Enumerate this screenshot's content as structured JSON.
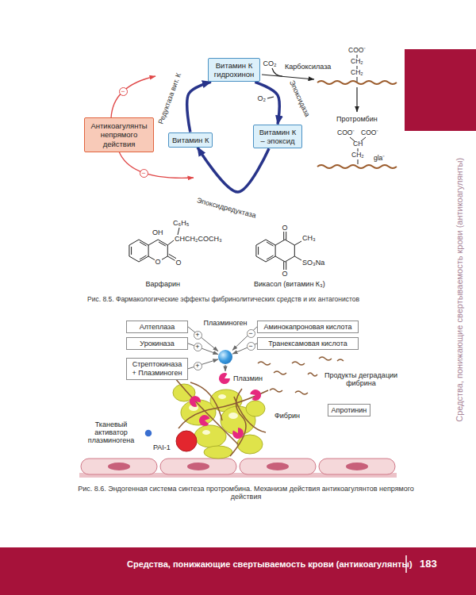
{
  "diagram": {
    "caption": "Рис. 8.5. Фармакологические эффекты фибринолитических средств и их антагонистов",
    "nodes": [
      {
        "text": [
          "Антикоагулянты непрямого действия"
        ]
      },
      {
        "text": [
          "Витамин К гидрохинон"
        ]
      },
      {
        "text": [
          "Витамин К – эпоксид"
        ]
      },
      {
        "text": [
          "Витамин К"
        ]
      },
      {
        "text": [
          "Алтеплаза"
        ]
      },
      {
        "text": [
          "Урокиназа"
        ]
      },
      {
        "text": [
          "Стрептокиназа + Плазминоген"
        ]
      },
      {
        "text": [
          "Плазминоген"
        ]
      },
      {
        "text": [
          "Аминокапроновая кислота"
        ]
      },
      {
        "text": [
          "Транексамовая кислота"
        ]
      },
      {
        "text": [
          "Апротинин"
        ]
      }
    ],
    "edges": [
      {
        "from": 1,
        "to": 2,
        "arrow": "to",
        "label": "Эпоксидаза"
      },
      {
        "from": 2,
        "to": 3,
        "arrow": "to",
        "label": "Эпоксидредуктаза"
      },
      {
        "from": 3,
        "to": 1,
        "arrow": "to",
        "label": "Редуктаза вит. К"
      },
      {
        "from": 4,
        "to": 7,
        "arrow": "to"
      },
      {
        "from": 5,
        "to": 7,
        "arrow": "to"
      },
      {
        "from": 6,
        "to": 7,
        "arrow": "to"
      },
      {
        "from": 8,
        "to": 7,
        "arrow": "to"
      },
      {
        "from": 9,
        "to": 7,
        "arrow": "to"
      }
    ],
    "labels": [
      "CO₂",
      "O₂",
      "Карбоксилаза",
      "COO⁻",
      "CH₂",
      "CH₂",
      "Протромбин",
      "COO⁻",
      "COO⁻",
      "CH",
      "CH₂",
      "gla⁻",
      "−",
      "−",
      "OH",
      "C₆H₅",
      "CHCH₂COCH₃",
      "O",
      "O",
      "Варфарин",
      "O",
      "CH₃",
      "SO₃Na",
      "O",
      "Викасол (витамин К₃)",
      "+",
      "+",
      "+",
      "−",
      "−",
      "Плазмин",
      "Продукты деградации фибрина",
      "Фибрин",
      "Тканевый активатор плазминогена",
      "PAI-1",
      "Рис. 8.6. Эндогенная система синтеза протромбина. Механизм действия антикоагулянтов непрямого действия",
      "Средства, понижающие свертываемость крови (антикоагулянты)",
      "Средства, понижающие свертываемость крови (антикоагулянты)",
      "183"
    ]
  }
}
